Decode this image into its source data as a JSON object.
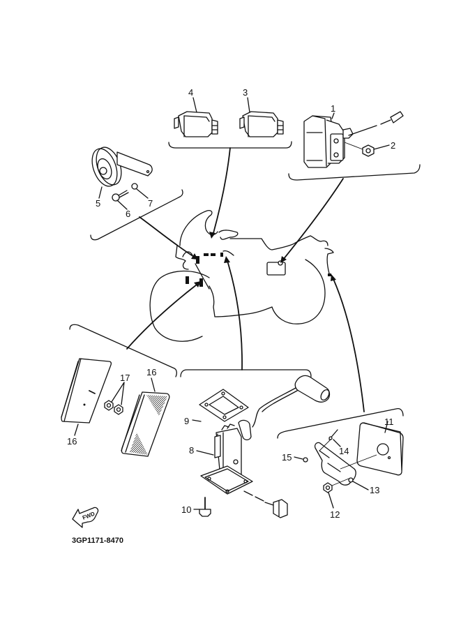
{
  "diagram": {
    "type": "exploded-parts-diagram",
    "part_number": "3GP1171-8470",
    "direction_indicator": "FWD",
    "groups": [
      {
        "name": "relays",
        "parts": [
          "4",
          "3"
        ]
      },
      {
        "name": "starter-relay",
        "parts": [
          "1",
          "2"
        ]
      },
      {
        "name": "horn",
        "parts": [
          "5",
          "6",
          "7"
        ]
      },
      {
        "name": "reflectors-front",
        "parts": [
          "16",
          "17",
          "16"
        ]
      },
      {
        "name": "fuel-sender",
        "parts": [
          "9",
          "8",
          "10"
        ]
      },
      {
        "name": "rear-reflector",
        "parts": [
          "11",
          "14",
          "15",
          "13",
          "12"
        ]
      }
    ],
    "callouts": {
      "c1": "1",
      "c2": "2",
      "c3": "3",
      "c4": "4",
      "c5": "5",
      "c6": "6",
      "c7": "7",
      "c8": "8",
      "c9": "9",
      "c10": "10",
      "c11": "11",
      "c12": "12",
      "c13": "13",
      "c14": "14",
      "c15": "15",
      "c16a": "16",
      "c16b": "16",
      "c17": "17"
    }
  }
}
